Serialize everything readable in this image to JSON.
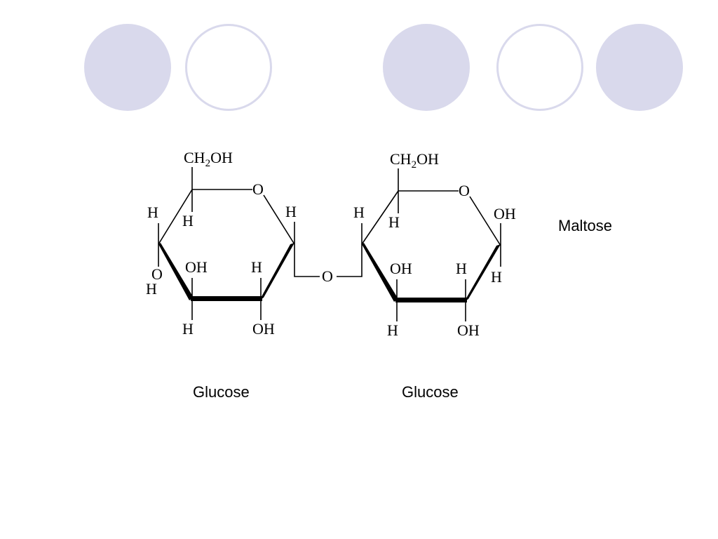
{
  "decor": {
    "accent_color": "#d9d9ec",
    "circles": [
      "filled",
      "outline",
      "filled",
      "outline",
      "filled"
    ]
  },
  "molecule": {
    "left_ring": {
      "ch2oh": "CH",
      "ch2oh_sub": "2",
      "ch2oh_tail": "OH",
      "ring_oxygen": "O",
      "c5_h": "H",
      "c4_h": "H",
      "c4_oh_o": "O",
      "c4_oh_h": "H",
      "c3_oh": "OH",
      "c3_h": "H",
      "c2_h": "H",
      "c2_oh": "OH",
      "c1_h": "H"
    },
    "bridge_oxygen": "O",
    "right_ring": {
      "ch2oh": "CH",
      "ch2oh_sub": "2",
      "ch2oh_tail": "OH",
      "ring_oxygen": "O",
      "c5_h": "H",
      "c4_h": "H",
      "c3_oh": "OH",
      "c3_h": "H",
      "c2_h": "H",
      "c2_oh": "OH",
      "c1_oh": "OH",
      "c1_h": "H"
    }
  },
  "labels": {
    "maltose": "Maltose",
    "glucose_left": "Glucose",
    "glucose_right": "Glucose"
  }
}
